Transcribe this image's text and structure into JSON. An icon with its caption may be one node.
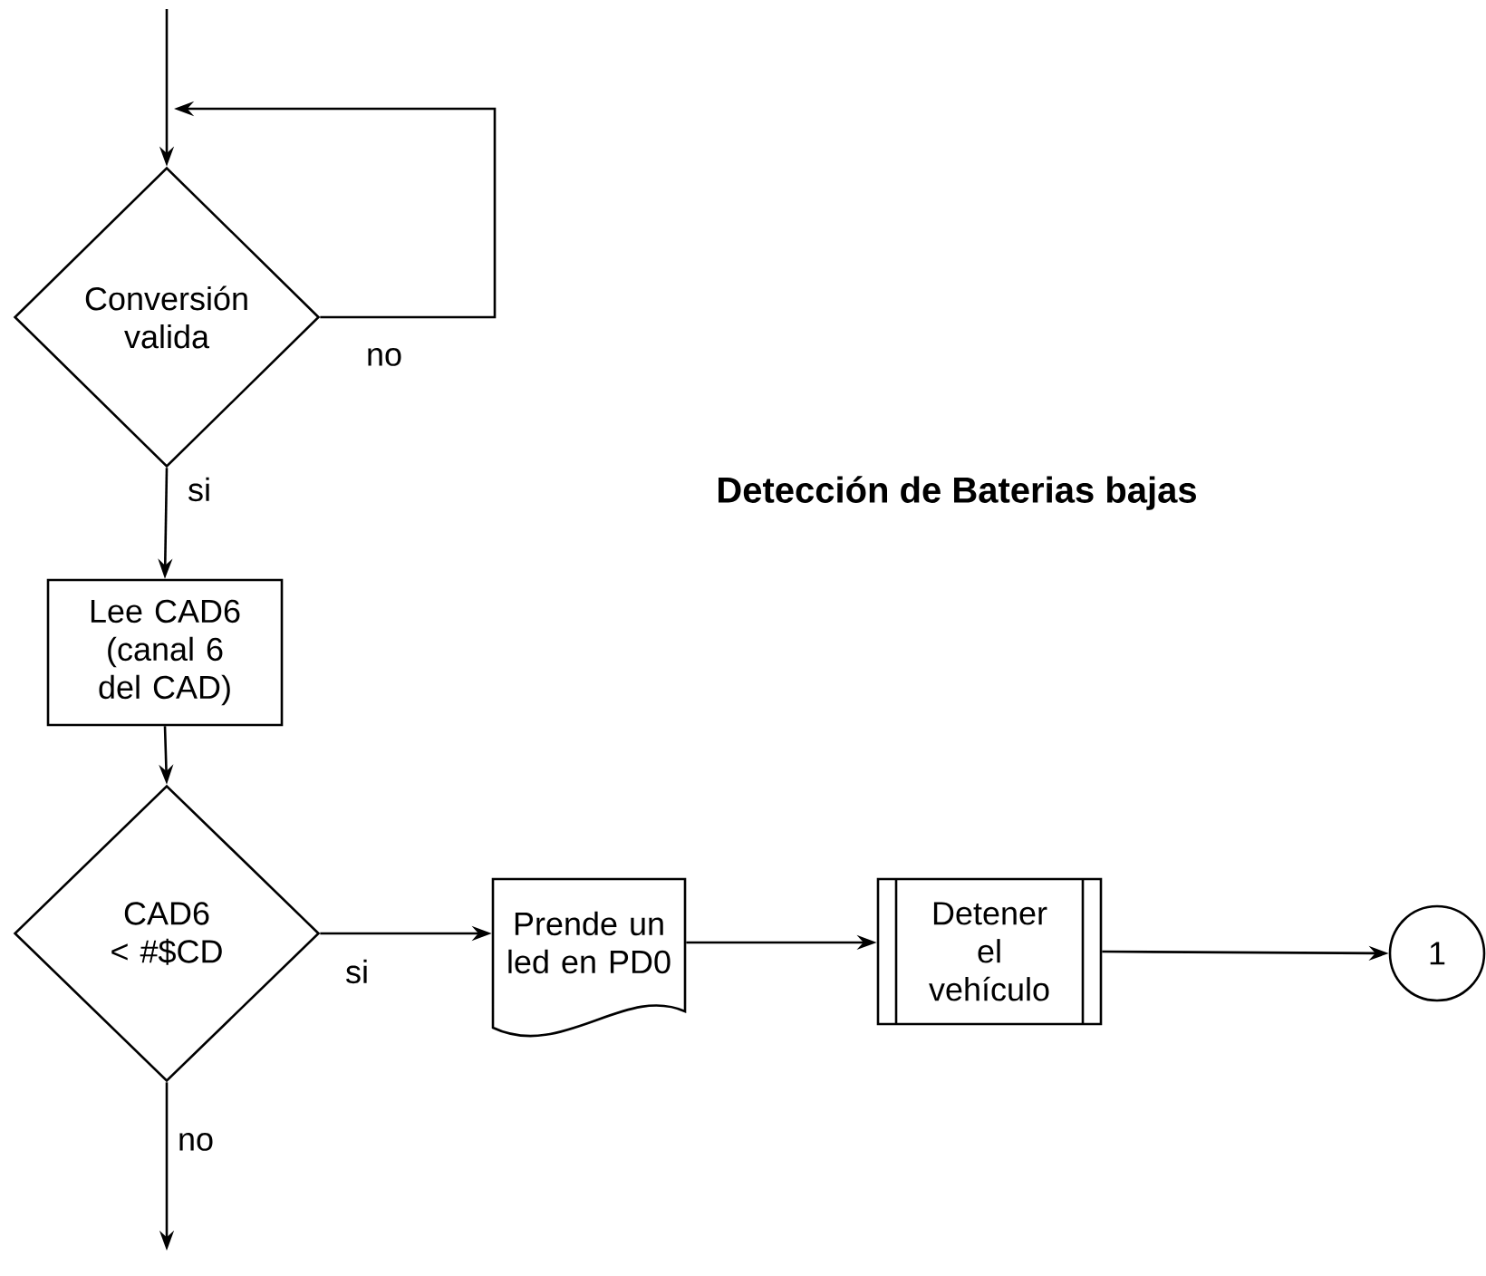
{
  "diagram": {
    "title": "Detección de Baterias bajas",
    "nodes": [
      {
        "text": [
          "Conversión valida"
        ]
      },
      {
        "text": [
          "Lee CAD6 (canal 6 del CAD)"
        ]
      },
      {
        "text": [
          "CAD6 < #$CD"
        ]
      },
      {
        "text": [
          "Prende un led en PD0"
        ]
      },
      {
        "text": [
          "Detener el vehículo"
        ]
      },
      {
        "text": [
          "1"
        ]
      }
    ],
    "edges": [
      {
        "from": null,
        "to": 0,
        "arrow": "to"
      },
      {
        "from": 0,
        "to": null,
        "arrow": "to",
        "label": "no"
      },
      {
        "from": 0,
        "to": 1,
        "arrow": "to",
        "label": "si"
      },
      {
        "from": 1,
        "to": 2,
        "arrow": "to"
      },
      {
        "from": 2,
        "to": 3,
        "arrow": "to",
        "label": "si"
      },
      {
        "from": 3,
        "to": 4,
        "arrow": "to"
      },
      {
        "from": 4,
        "to": 5,
        "arrow": "to"
      },
      {
        "from": 2,
        "to": null,
        "arrow": "to",
        "label": "no"
      }
    ]
  }
}
